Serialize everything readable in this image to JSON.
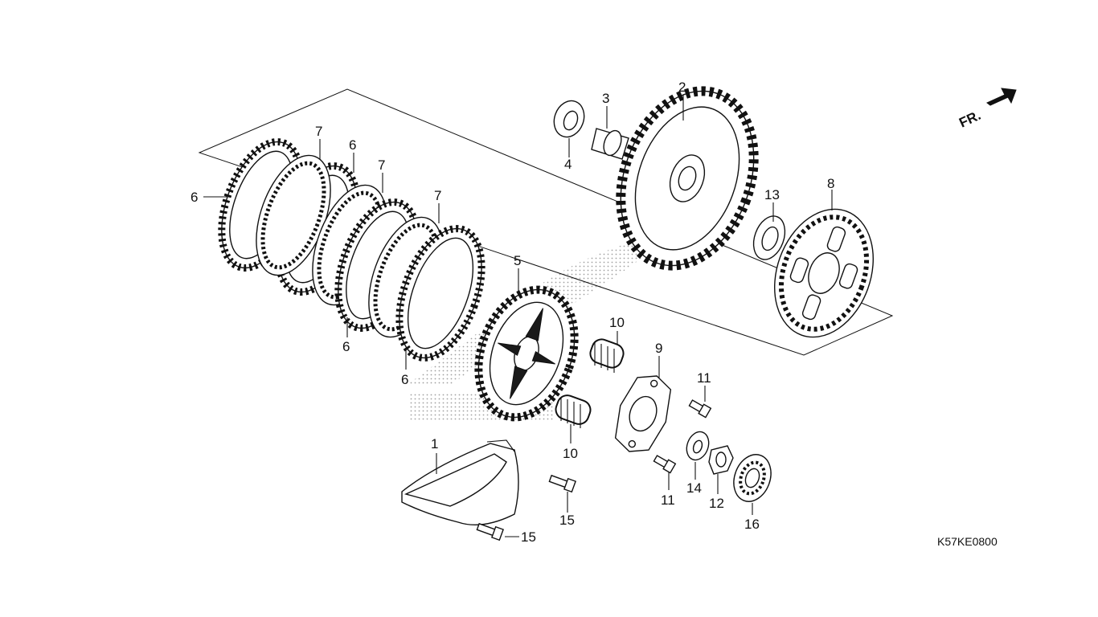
{
  "diagram": {
    "code": "K57KE0800",
    "orientation_label": "FR.",
    "callouts": {
      "c1": "1",
      "c2": "2",
      "c3": "3",
      "c4": "4",
      "c5": "5",
      "c6a": "6",
      "c6b": "6",
      "c6c": "6",
      "c6d": "6",
      "c7a": "7",
      "c7b": "7",
      "c7c": "7",
      "c8": "8",
      "c9": "9",
      "c10a": "10",
      "c10b": "10",
      "c11a": "11",
      "c11b": "11",
      "c12": "12",
      "c13": "13",
      "c14": "14",
      "c15a": "15",
      "c15b": "15",
      "c16": "16"
    }
  }
}
